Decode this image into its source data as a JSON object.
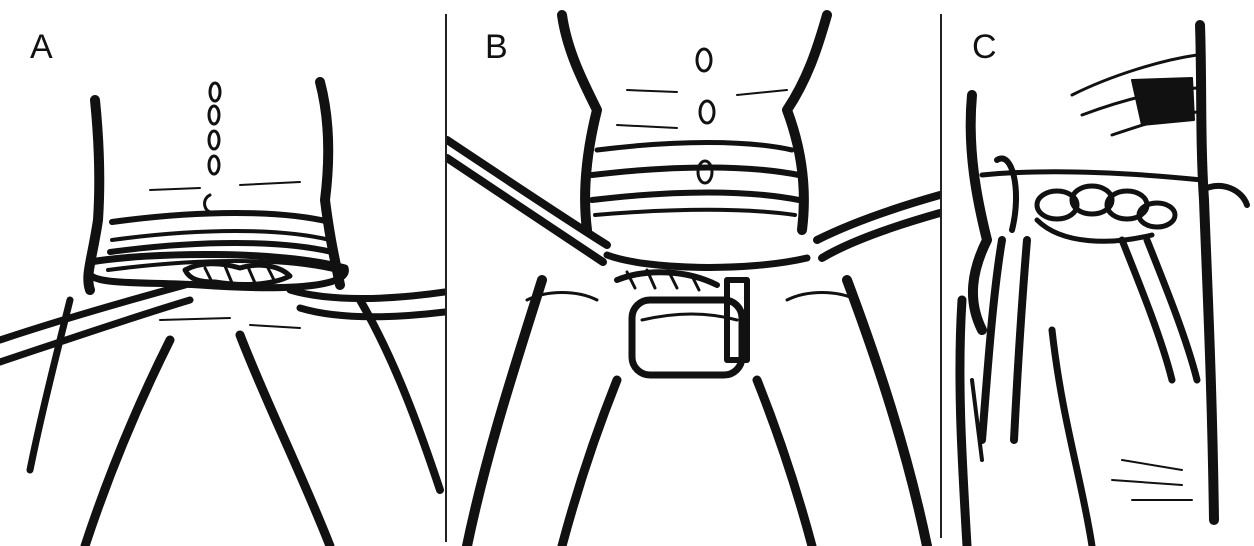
{
  "figure": {
    "panels": [
      {
        "id": "a",
        "label": "A"
      },
      {
        "id": "b",
        "label": "B"
      },
      {
        "id": "c",
        "label": "C"
      }
    ],
    "colors": {
      "ink": "#111111",
      "paper": "#ffffff"
    }
  }
}
